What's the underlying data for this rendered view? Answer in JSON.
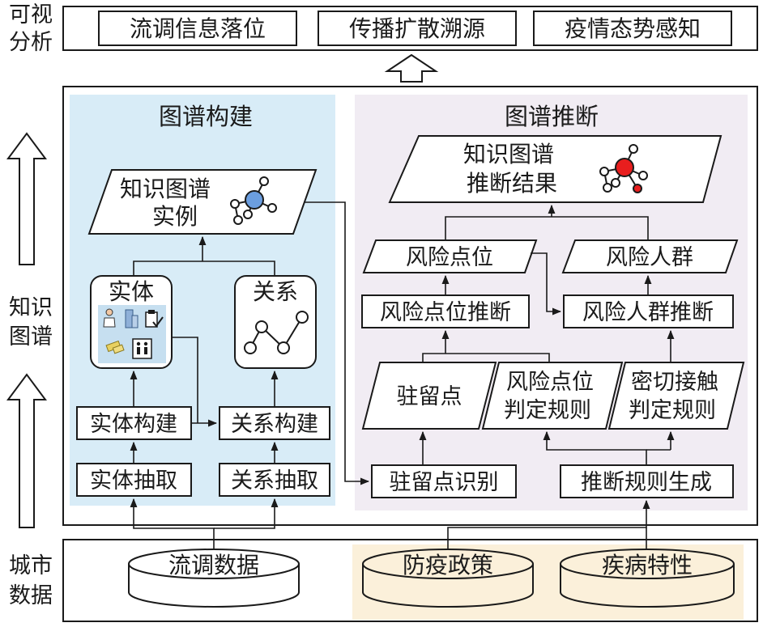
{
  "layers": {
    "top": [
      "可视",
      "分析"
    ],
    "middle": [
      "知识",
      "图谱"
    ],
    "bottom": [
      "城市",
      "数据"
    ]
  },
  "applications": [
    "流调信息落位",
    "传播扩散溯源",
    "疫情态势感知"
  ],
  "construction": {
    "title": "图谱构建",
    "kg_instance": [
      "知识图谱",
      "实例"
    ],
    "entity": "实体",
    "relation": "关系",
    "entity_build": "实体构建",
    "relation_build": "关系构建",
    "entity_extract": "实体抽取",
    "relation_extract": "关系抽取"
  },
  "inference": {
    "title": "图谱推断",
    "result": [
      "知识图谱",
      "推断结果"
    ],
    "risk_location": "风险点位",
    "risk_population": "风险人群",
    "risk_location_infer": "风险点位推断",
    "risk_population_infer": "风险人群推断",
    "stay_point": "驻留点",
    "risk_location_rule": [
      "风险点位",
      "判定规则"
    ],
    "contact_rule": [
      "密切接触",
      "判定规则"
    ],
    "stay_point_identify": "驻留点识别",
    "rule_generation": "推断规则生成"
  },
  "data_sources": [
    "流调数据",
    "防疫政策",
    "疾病特性"
  ],
  "colors": {
    "construction_bg": "#d8ecf7",
    "inference_bg": "#f1ecf3",
    "policy_bg": "#fbf0da",
    "node_blue": "#6b9ee0",
    "node_red": "#e81e1e"
  }
}
